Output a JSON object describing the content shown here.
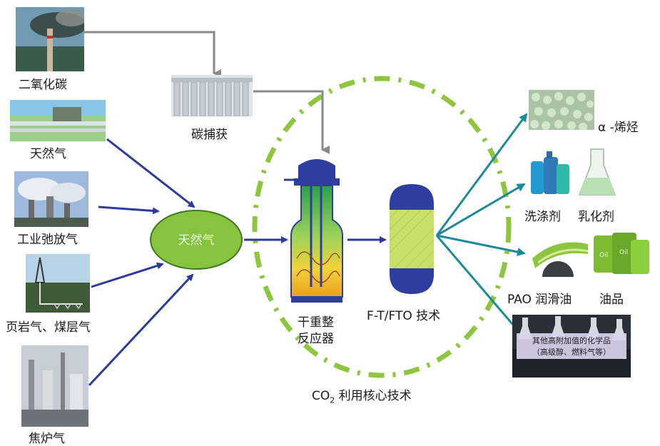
{
  "sources": {
    "co2": "二氧化碳",
    "natural_gas": "天然气",
    "industrial_vent_gas": "工业弛放气",
    "shale_coalbed_gas": "页岩气、煤层气",
    "coke_oven_gas": "焦炉气"
  },
  "carbon_capture": "碳捕获",
  "hub": "天然气",
  "reactor": {
    "line1": "干重整",
    "line2": "反应器"
  },
  "ft_process": "F-T/FTO 技术",
  "core_tech": {
    "prefix": "CO",
    "subscript": "2",
    "suffix": " 利用核心技术"
  },
  "products": {
    "alpha_olefin": "α -烯烃",
    "detergent": "洗涤剂",
    "emulsifier": "乳化剂",
    "pao_lubricant": "PAO 润滑油",
    "oil_product": "油品",
    "high_value_line1": "其他高附加值的化学品",
    "high_value_line2": "（高级醇、燃料气等）",
    "oil_can_text": "Oil"
  },
  "colors": {
    "blue_arrow": "#2b3a9c",
    "teal_arrow": "#1b8a9a",
    "gray_arrow": "#8a8a8a",
    "hub_fill": "#86c440",
    "dash_ring": "#8ec63f",
    "reactor_blue": "#2e3d9e"
  }
}
